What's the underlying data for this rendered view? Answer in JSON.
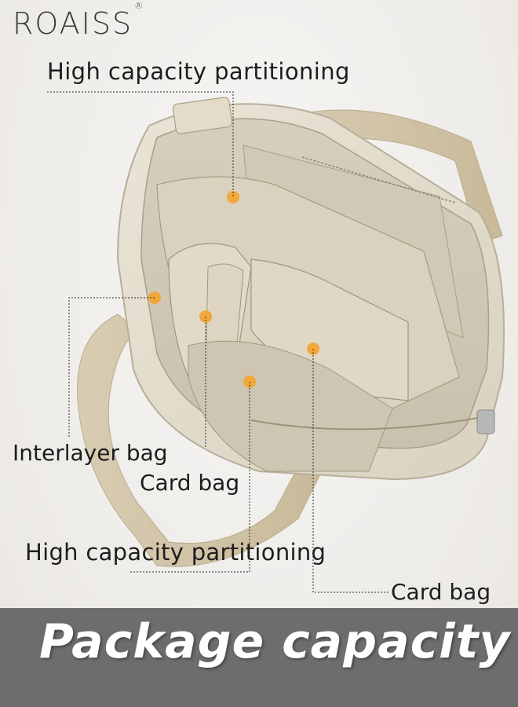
{
  "brand": {
    "name": "ROAISS",
    "mark": "®"
  },
  "callouts": {
    "top_partition": "High capacity partitioning",
    "interlayer": "Interlayer bag",
    "card_left": "Card bag",
    "bottom_partition": "High capacity partitioning",
    "card_right": "Card bag"
  },
  "banner": {
    "title": "Package capacity"
  },
  "colors": {
    "marker": "#f2a73a",
    "banner": "#6d6d6d",
    "canvas": "#e9e2d2"
  }
}
